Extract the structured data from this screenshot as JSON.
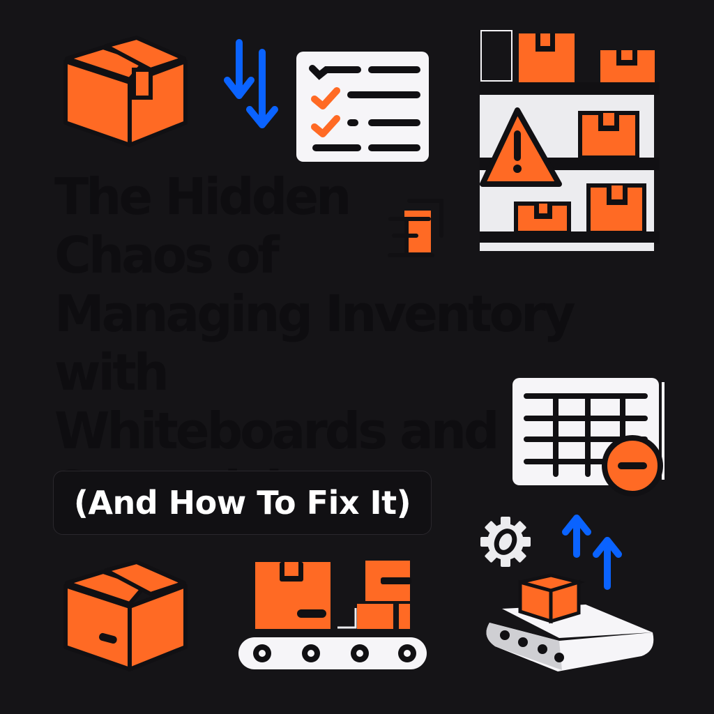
{
  "headline": {
    "line1": "The Hidden",
    "line2": "Chaos of",
    "line3": "Managing Inventory with",
    "line4": "Whiteboards and",
    "line5": "Spreadsheets"
  },
  "subtitle": "(And How To Fix It)",
  "colors": {
    "background": "#151417",
    "accent_orange": "#ff6a24",
    "accent_blue": "#0a63ff",
    "ink": "#111013",
    "paper": "#f6f5f8"
  },
  "icons": [
    "cardboard-box-icon",
    "down-arrows-icon",
    "checklist-icon",
    "warehouse-shelf-warning-icon",
    "small-box-fragment-icon",
    "spreadsheet-error-icon",
    "gear-icon",
    "up-arrows-icon",
    "conveyor-box-icon",
    "conveyor-belt-boxes-icon",
    "cardboard-box-bottom-icon"
  ]
}
